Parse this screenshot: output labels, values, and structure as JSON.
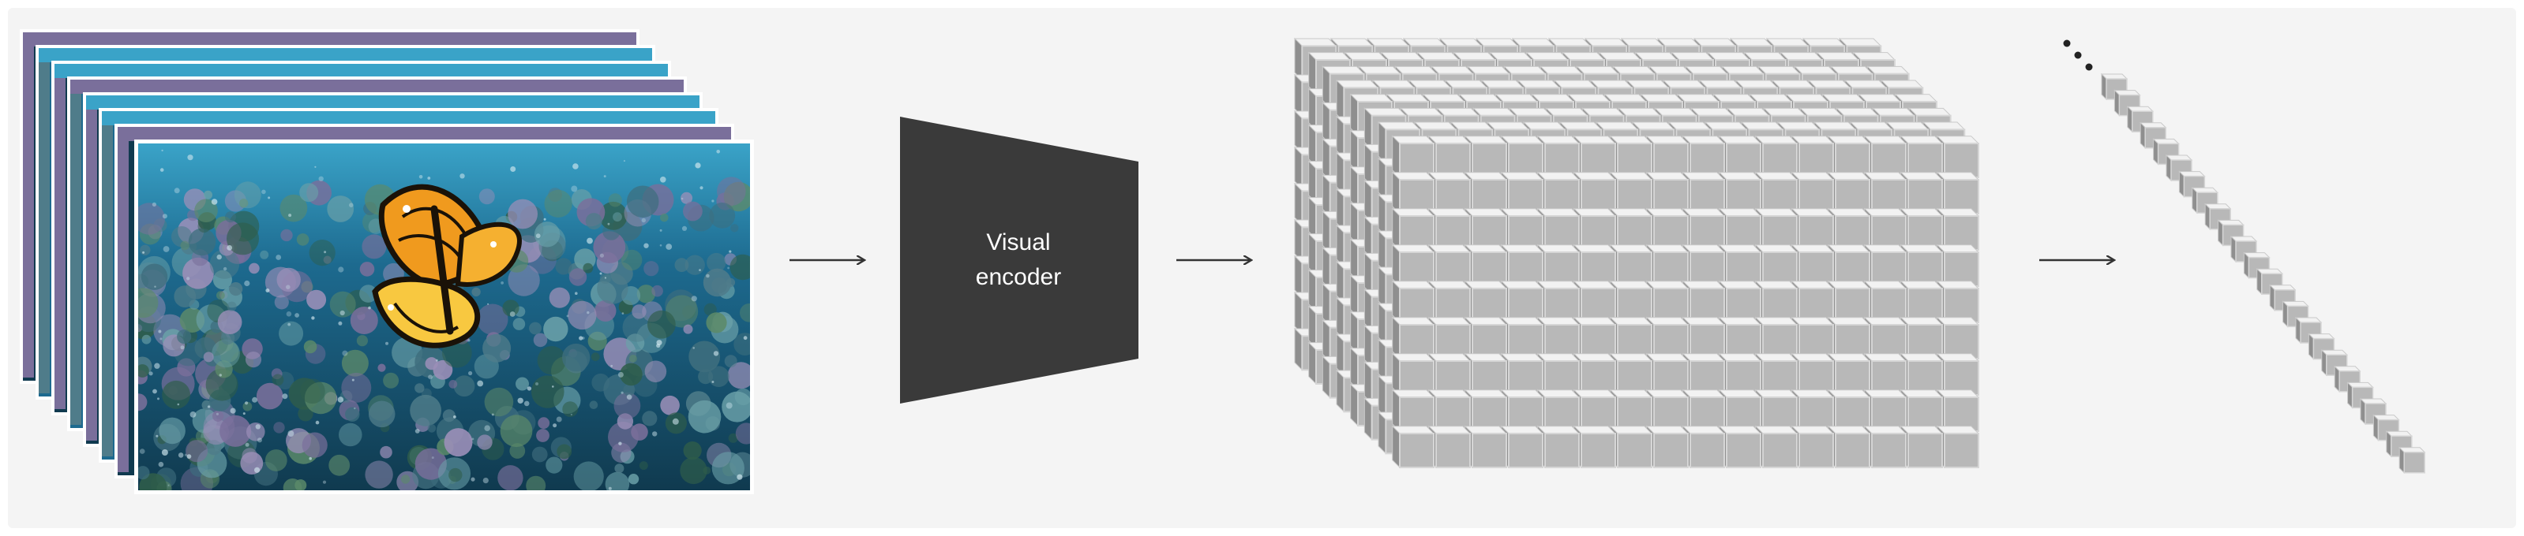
{
  "encoder": {
    "label_line1": "Visual",
    "label_line2": "encoder"
  },
  "icons": {
    "input": "video-frames-stack",
    "encoder": "trapezoid-encoder",
    "grid": "feature-cube-grid",
    "sequence": "token-sequence",
    "arrow": "right-arrow",
    "ellipsis": "ellipsis-dots"
  },
  "colors": {
    "panel": "#f4f4f4",
    "encoder_fill": "#3a3a3a",
    "encoder_text": "#ffffff",
    "arrow": "#333333",
    "cube_front": "#b8b8b8",
    "cube_top": "#f2f2f2",
    "cube_side": "#8f8f8f",
    "cube_edge": "#c9c9c9",
    "water_light": "#3aa3c8",
    "water_mid": "#1d6a8f",
    "water_dark": "#103a4f",
    "coral_1": "#4f7c8a",
    "coral_2": "#7a6f9b",
    "coral_3": "#2f5d4a",
    "butterfly_orange": "#f09a1e",
    "butterfly_yellow": "#f8c840",
    "butterfly_black": "#1a1208"
  },
  "grid": {
    "columns": 16,
    "rows": 9,
    "depth_layers": 8
  },
  "sequence": {
    "cube_count": 24
  },
  "frames": {
    "count": 8
  }
}
